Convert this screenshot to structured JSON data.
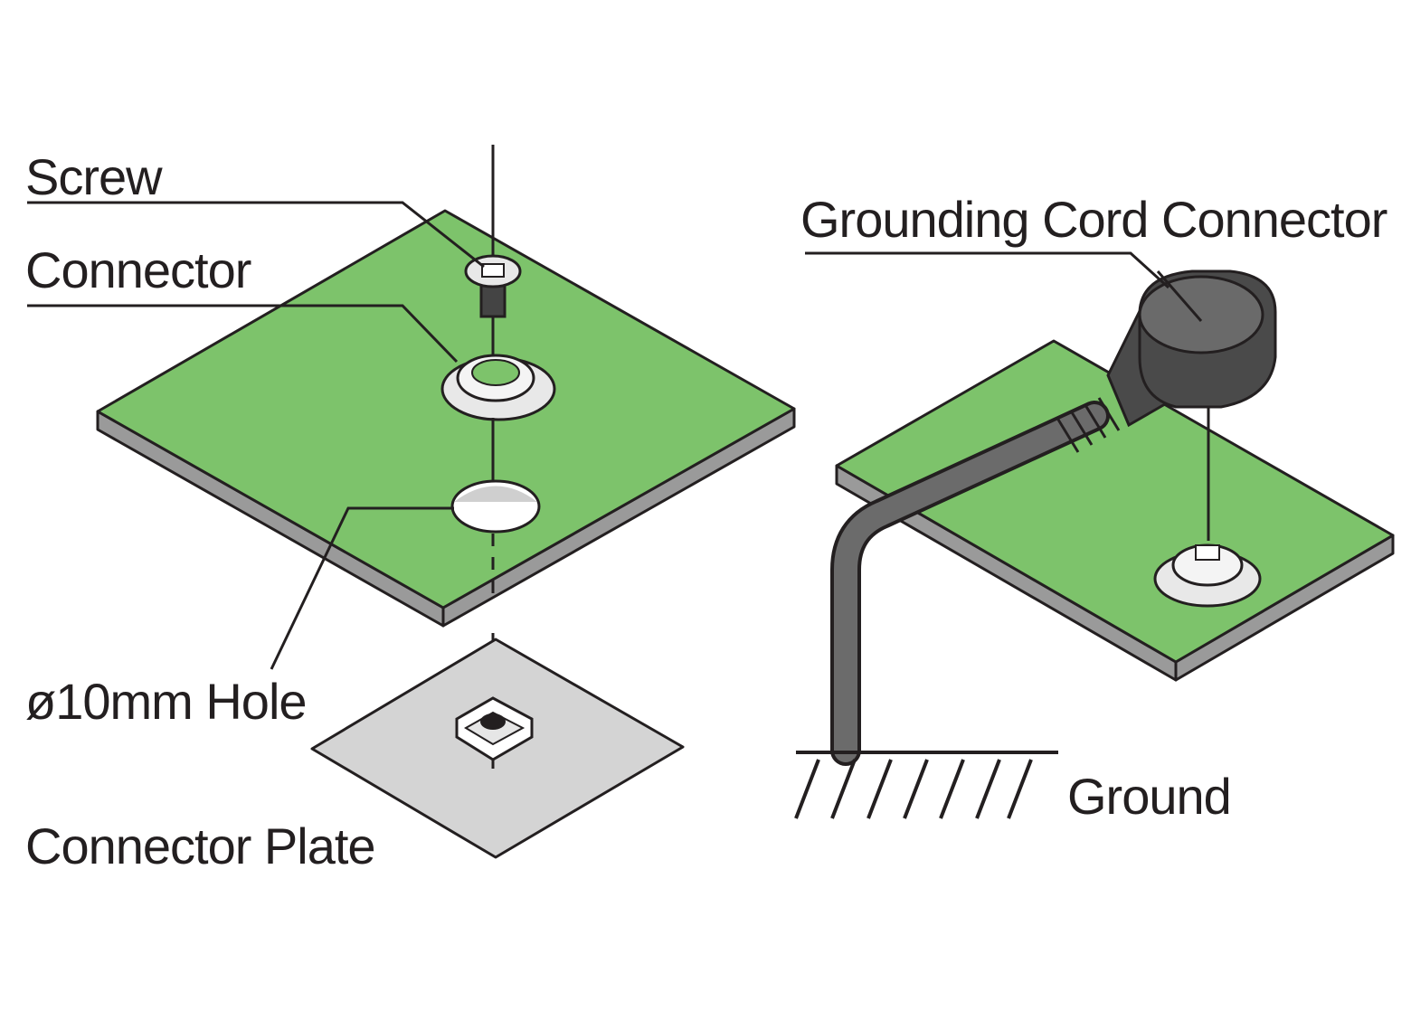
{
  "labels": {
    "screw": "Screw",
    "connector": "Connector",
    "hole": "ø10mm Hole",
    "connector_plate": "Connector Plate",
    "grounding_cord_connector": "Grounding Cord Connector",
    "ground": "Ground"
  },
  "colors": {
    "mat_green": "#7dc36b",
    "mat_edge_gray": "#9a9a9a",
    "plate_gray": "#d4d4d4",
    "cord_dark": "#555555",
    "line": "#231f20"
  }
}
